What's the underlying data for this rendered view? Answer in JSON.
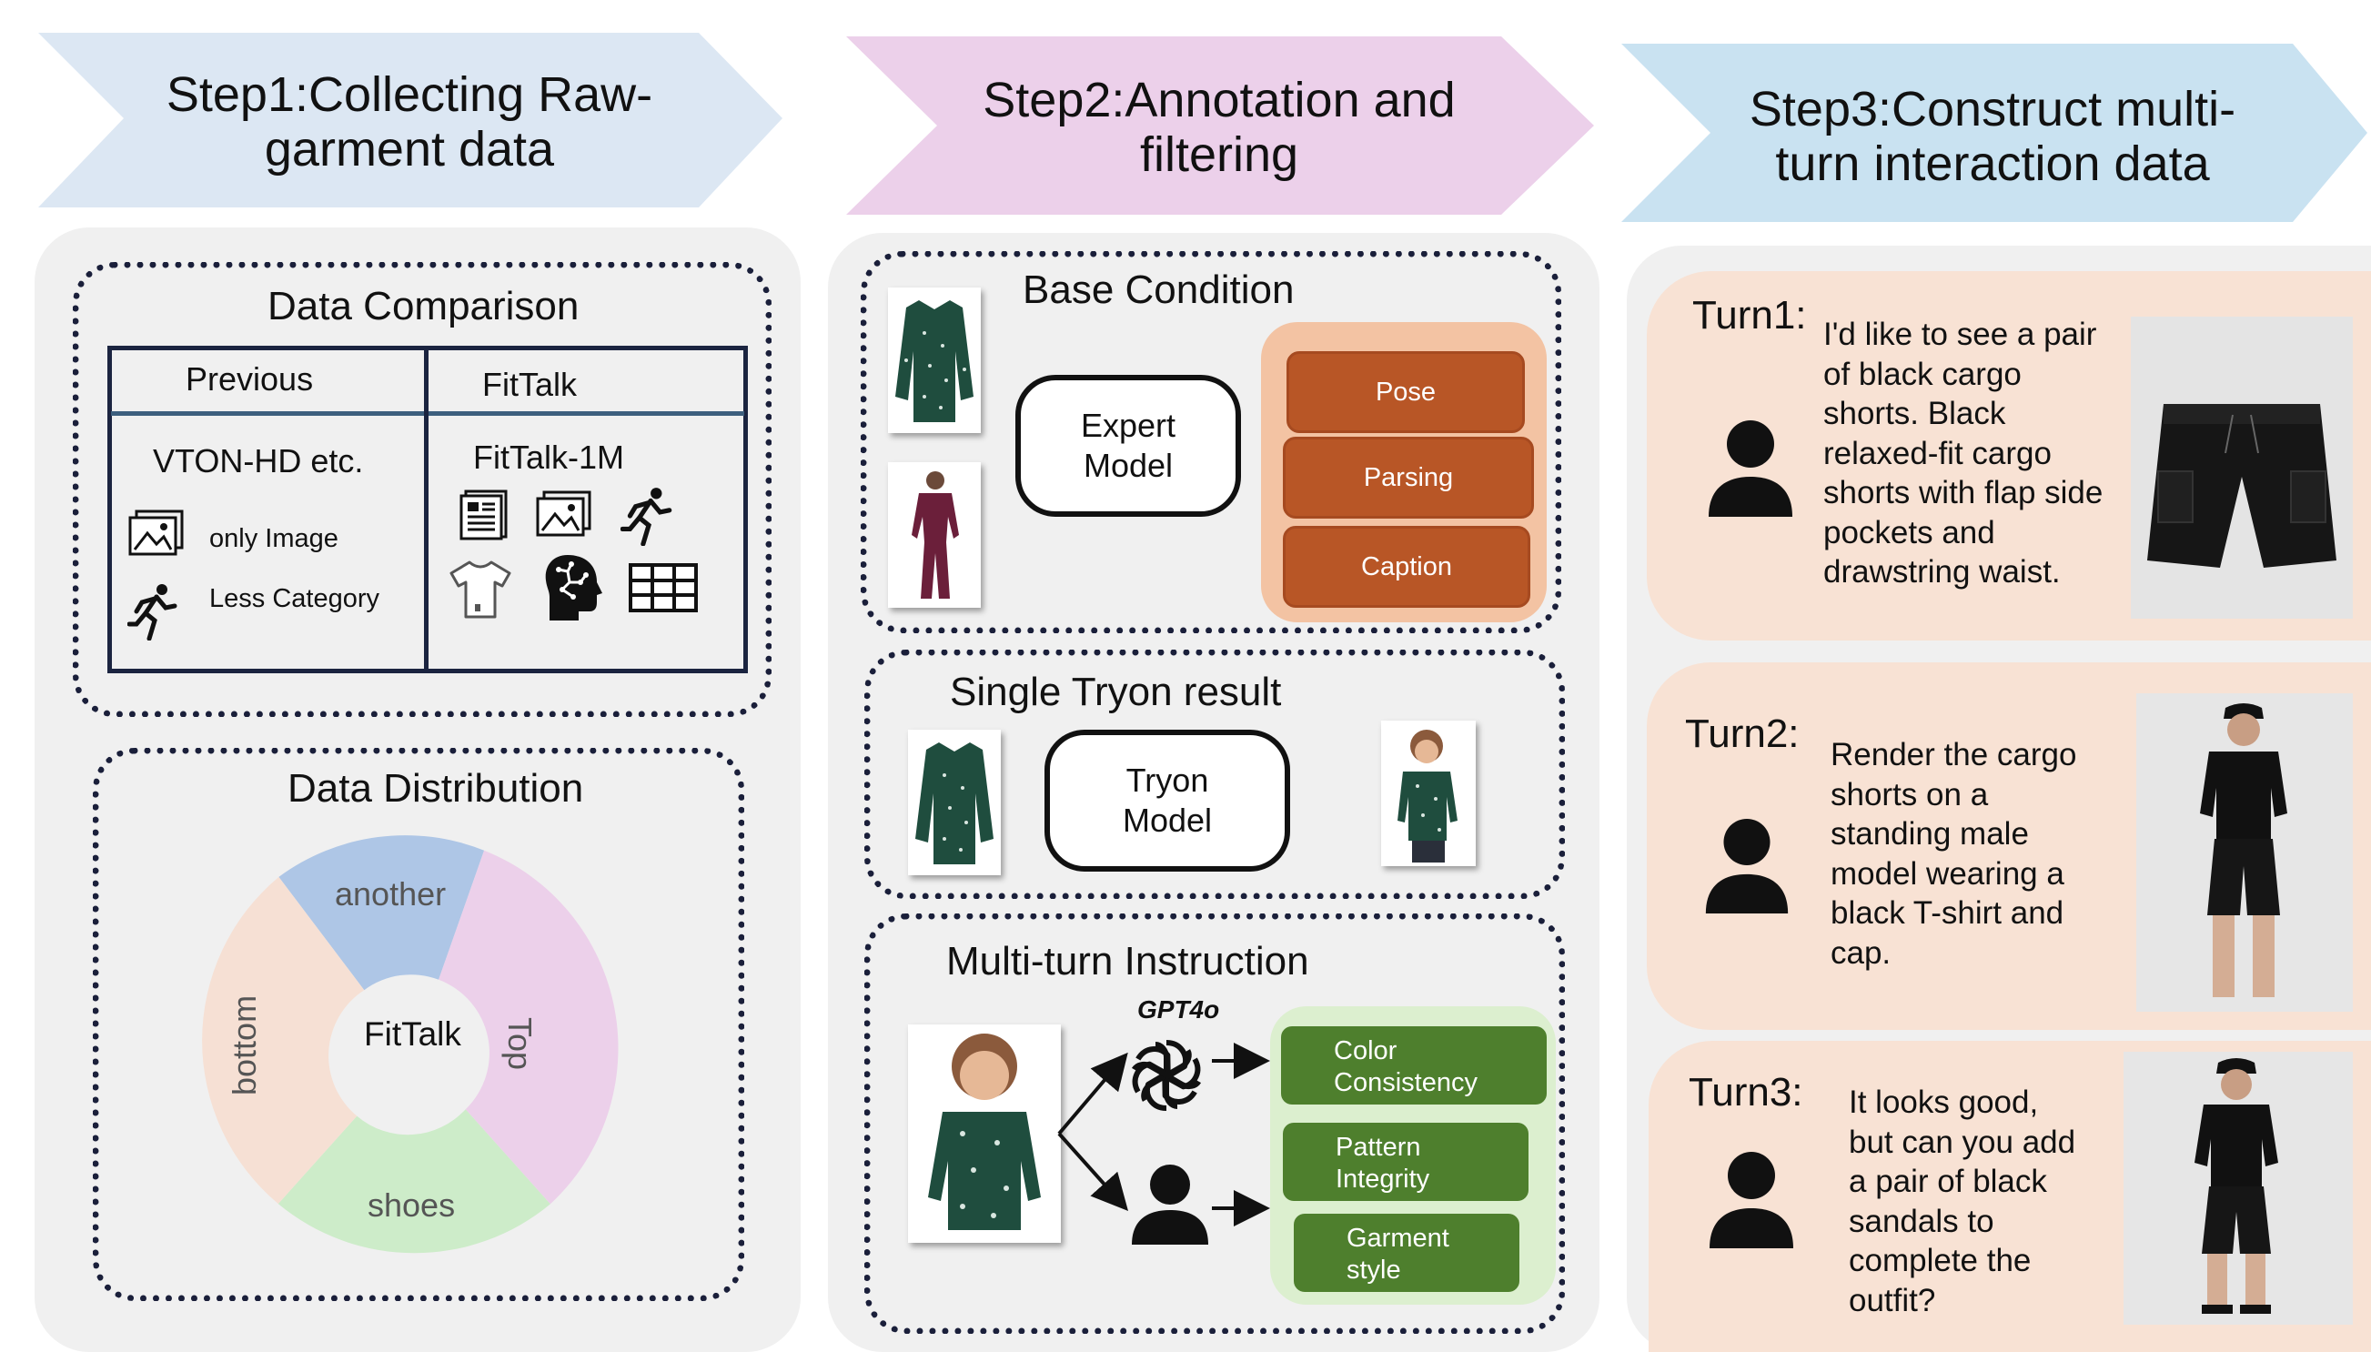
{
  "steps": [
    {
      "title": "Step1:Collecting Raw-garment data",
      "line1": "Step1:Collecting Raw-",
      "line2": "garment data",
      "color": "#dce7f3"
    },
    {
      "title": "Step2:Annotation and filtering",
      "line1": "Step2:Annotation and",
      "line2": "filtering",
      "color": "#ecd0ea"
    },
    {
      "title": "Step3:Construct multi-turn interaction data",
      "line1": "Step3:Construct multi-",
      "line2": "turn interaction data",
      "color": "#c9e2f1"
    }
  ],
  "step1": {
    "comparison": {
      "title": "Data Comparison",
      "previous_header": "Previous",
      "fittalk_header": "FitTalk",
      "previous_name": "VTON-HD etc.",
      "only_image": "only Image",
      "less_category": "Less Category",
      "fittalk_name": "FitTalk-1M",
      "fittalk_icons": [
        "document-icon",
        "image-icon",
        "running-icon",
        "tshirt-icon",
        "brain-icon",
        "table-icon"
      ]
    },
    "distribution": {
      "title": "Data Distribution",
      "center": "FitTalk",
      "segments": [
        {
          "label": "another",
          "color": "#aec6e6"
        },
        {
          "label": "Top",
          "color": "#ecd0ea"
        },
        {
          "label": "shoes",
          "color": "#cdecc9"
        },
        {
          "label": "bottom",
          "color": "#f6e0d4"
        }
      ]
    }
  },
  "step2": {
    "base": {
      "title": "Base Condition",
      "model": "Expert Model",
      "outputs": [
        "Pose",
        "Parsing",
        "Caption"
      ]
    },
    "tryon": {
      "title": "Single Tryon result",
      "model": "Tryon Model"
    },
    "multiturn": {
      "title": "Multi-turn Instruction",
      "gpt_label": "GPT4o",
      "outputs": [
        {
          "line1": "Color",
          "line2": "Consistency"
        },
        {
          "line1": "Pattern",
          "line2": "Integrity"
        },
        {
          "line1": "Garment",
          "line2": "style"
        }
      ]
    }
  },
  "step3": {
    "turns": [
      {
        "label": "Turn1:",
        "lines": [
          "I'd like to see a pair",
          "of black cargo",
          "shorts. Black",
          "relaxed-fit cargo",
          "shorts with flap side",
          "pockets and",
          "drawstring waist."
        ]
      },
      {
        "label": "Turn2:",
        "lines": [
          "Render the cargo",
          "shorts on a",
          "standing male",
          "model wearing a",
          "black T-shirt and",
          "cap."
        ]
      },
      {
        "label": "Turn3:",
        "lines": [
          "It looks good,",
          "but can you add",
          "a pair of black",
          "sandals to",
          "complete the",
          "outfit?"
        ]
      }
    ]
  },
  "colors": {
    "orange": "#b85626",
    "orange_bg": "#f3c3a3",
    "green": "#4e7f2d",
    "green_bg": "#dcefcf",
    "turn_bg": "#f8e2d4",
    "panel": "#f0f0f0"
  }
}
